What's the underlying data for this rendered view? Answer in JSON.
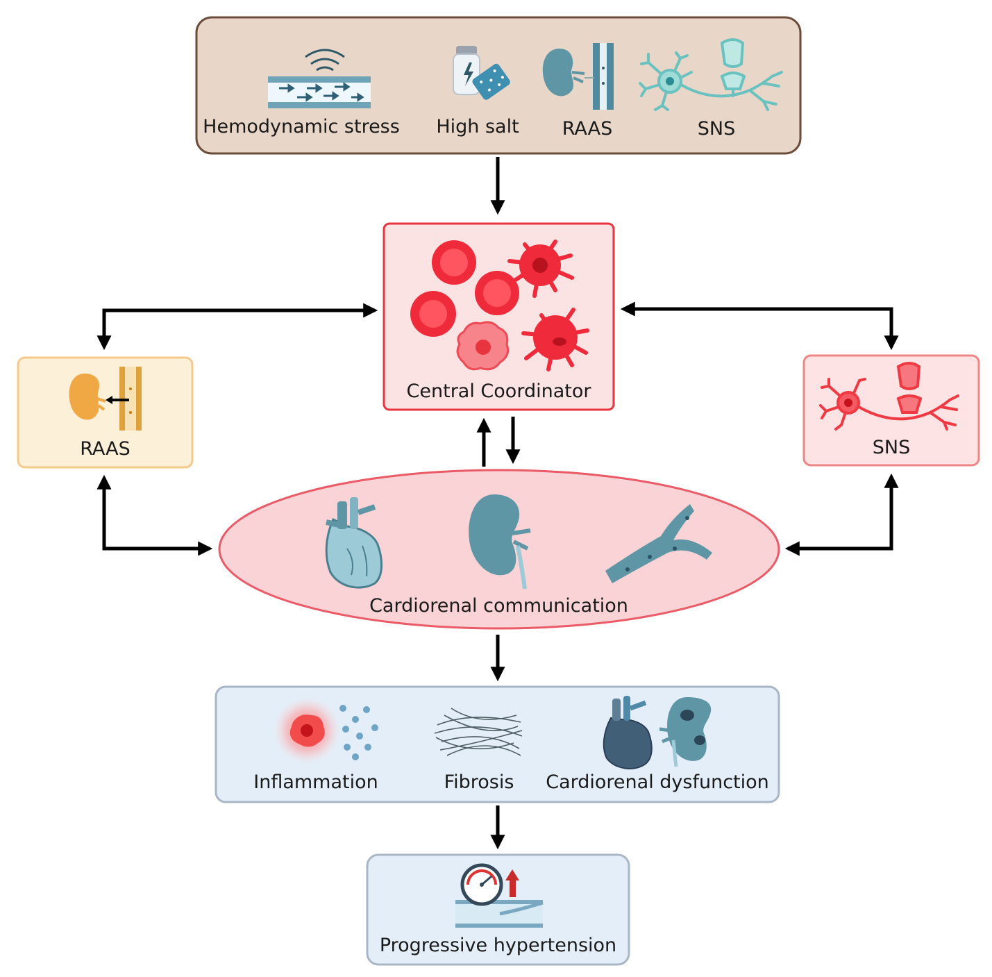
{
  "stressors": {
    "items": [
      {
        "label": "Hemodynamic stress",
        "icon": "blood-vessel-flow-icon"
      },
      {
        "label": "High salt",
        "icon": "salt-shaker-icon"
      },
      {
        "label": "RAAS",
        "icon": "kidney-vessel-icon"
      },
      {
        "label": "SNS",
        "icon": "neuron-synapse-icon"
      }
    ]
  },
  "central": {
    "label": "Central Coordinator",
    "icon": "immune-cells-icon"
  },
  "raas": {
    "label": "RAAS",
    "icon": "kidney-vessel-icon"
  },
  "sns": {
    "label": "SNS",
    "icon": "neuron-synapse-icon"
  },
  "cardiorenal": {
    "label": "Cardiorenal communication",
    "icons": [
      "heart-icon",
      "kidney-icon",
      "blood-vessel-icon"
    ]
  },
  "outcomes": {
    "items": [
      {
        "label": "Inflammation",
        "icon": "inflamed-cell-icon"
      },
      {
        "label": "Fibrosis",
        "icon": "fibrosis-fibers-icon"
      },
      {
        "label": "Cardiorenal dysfunction",
        "icon": "damaged-heart-kidney-icon"
      }
    ]
  },
  "final": {
    "label": "Progressive hypertension",
    "icon": "pressure-gauge-icon"
  },
  "colors": {
    "stressor_fill": "#e8d6c8",
    "stressor_border": "#6b4c3b",
    "central_fill": "#fbe3e4",
    "central_border": "#e8343f",
    "raas_fill": "#fdf0d8",
    "raas_border": "#f5c98a",
    "sns_fill": "#fde3e3",
    "sns_border": "#f08585",
    "ellipse_fill": "#f9d3d6",
    "ellipse_border": "#ea5a67",
    "outcome_fill": "#e4eef8",
    "outcome_border": "#a8b6c6",
    "organ": "#5f96a6",
    "cell_red": "#ef2a3a",
    "arrow": "#000000"
  }
}
